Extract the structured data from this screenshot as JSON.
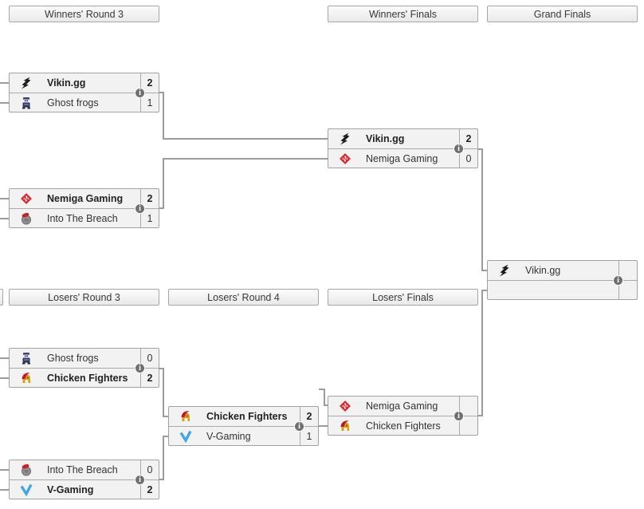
{
  "headers": {
    "winners_round_3": "Winners' Round 3",
    "winners_finals": "Winners' Finals",
    "grand_finals": "Grand Finals",
    "losers_round_3": "Losers' Round 3",
    "losers_round_4": "Losers' Round 4",
    "losers_finals": "Losers' Finals"
  },
  "icons": {
    "info_glyph": "i",
    "logos": {
      "vikin": "vikin-gg-lightning-icon",
      "ghostfrogs": "ghost-frogs-sprite-icon",
      "nemiga": "nemiga-red-diamond-icon",
      "itb": "into-the-breach-helmet-icon",
      "chicken": "chicken-fighters-trojan-helmet-icon",
      "vgaming": "v-gaming-blue-v-icon"
    }
  },
  "colors": {
    "row_background": "#f2f2f2",
    "box_border": "#a2a2a2",
    "connector_line": "#9c9c9c",
    "info_background": "#6f6f6f",
    "nemiga_red": "#d8232a",
    "vgaming_blue": "#41a6e8",
    "chicken_gold": "#d4a017"
  },
  "matches": {
    "wr3_m1": {
      "teams": [
        {
          "name": "Vikin.gg",
          "score": "2",
          "winner": true
        },
        {
          "name": "Ghost frogs",
          "score": "1",
          "winner": false
        }
      ]
    },
    "wr3_m2": {
      "teams": [
        {
          "name": "Nemiga Gaming",
          "score": "2",
          "winner": true
        },
        {
          "name": "Into The Breach",
          "score": "1",
          "winner": false
        }
      ]
    },
    "wf": {
      "teams": [
        {
          "name": "Vikin.gg",
          "score": "2",
          "winner": true
        },
        {
          "name": "Nemiga Gaming",
          "score": "0",
          "winner": false
        }
      ]
    },
    "gf": {
      "teams": [
        {
          "name": "Vikin.gg",
          "score": "",
          "winner": false
        },
        {
          "name": "",
          "score": "",
          "winner": false
        }
      ]
    },
    "lr3_m1": {
      "teams": [
        {
          "name": "Ghost frogs",
          "score": "0",
          "winner": false
        },
        {
          "name": "Chicken Fighters",
          "score": "2",
          "winner": true
        }
      ]
    },
    "lr3_m2": {
      "teams": [
        {
          "name": "Into The Breach",
          "score": "0",
          "winner": false
        },
        {
          "name": "V-Gaming",
          "score": "2",
          "winner": true
        }
      ]
    },
    "lr4": {
      "teams": [
        {
          "name": "Chicken Fighters",
          "score": "2",
          "winner": true
        },
        {
          "name": "V-Gaming",
          "score": "1",
          "winner": false
        }
      ]
    },
    "lf": {
      "teams": [
        {
          "name": "Nemiga Gaming",
          "score": "",
          "winner": false
        },
        {
          "name": "Chicken Fighters",
          "score": "",
          "winner": false
        }
      ]
    }
  }
}
